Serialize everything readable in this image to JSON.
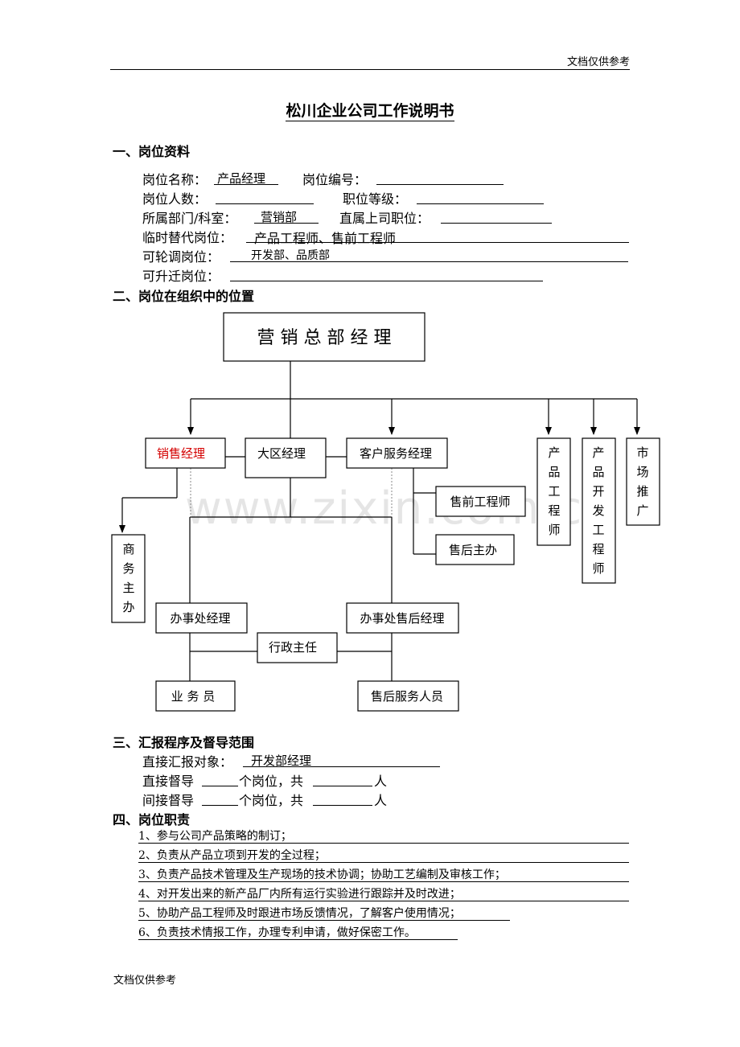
{
  "header": {
    "note": "文档仅供参考"
  },
  "title": "松川企业公司工作说明书",
  "section1": {
    "heading": "一、岗位资料",
    "post_name_label": "岗位名称：",
    "post_name_value": "产品经理",
    "post_no_label": "岗位编号：",
    "headcount_label": "岗位人数：",
    "grade_label": "职位等级：",
    "dept_label": "所属部门/科室：",
    "dept_value": "营销部",
    "superior_label": "直属上司职位：",
    "substitute_label": "临时替代岗位：",
    "substitute_value": "产品工程师、售前工程师",
    "rotation_label": "可轮调岗位：",
    "rotation_value": "开发部、品质部",
    "promotion_label": "可升迁岗位："
  },
  "section2": {
    "heading": "二、岗位在组织中的位置",
    "org": {
      "top": "营 销 总 部 经 理",
      "sales_manager": "销售经理",
      "region_manager": "大区经理",
      "cs_manager": "客户服务经理",
      "product_engineer": "产品工程师",
      "dev_engineer": "产品开发工程师",
      "marketing": "市场推广",
      "presales": "售前工程师",
      "aftersales_admin": "售后主办",
      "business_admin": "商务主办",
      "office_manager": "办事处经理",
      "office_aftersales_manager": "办事处售后经理",
      "admin_supervisor": "行政主任",
      "salesperson": "业 务 员",
      "service_staff": "售后服务人员",
      "highlight_color": "#d40000"
    }
  },
  "watermark": "www.zixin.com.cn",
  "section3": {
    "heading": "三、汇报程序及督导范围",
    "report_label": "直接汇报对象：",
    "report_value": "开发部经理",
    "direct_prefix": "直接督导",
    "indirect_prefix": "间接督导",
    "mid": "个岗位，共",
    "unit": "人"
  },
  "section4": {
    "heading": "四、岗位职责",
    "duties": [
      "1、参与公司产品策略的制订；",
      "2、负责从产品立项到开发的全过程；",
      "3、负责产品技术管理及生产现场的技术协调；协助工艺编制及审核工作；",
      "4、对开发出来的新产品厂内所有运行实验进行跟踪并及时改进；",
      "5、协助产品工程师及时跟进市场反馈情况，了解客户使用情况；",
      "6、负责技术情报工作，办理专利申请，做好保密工作。"
    ]
  },
  "footer": {
    "note": "文档仅供参考"
  }
}
